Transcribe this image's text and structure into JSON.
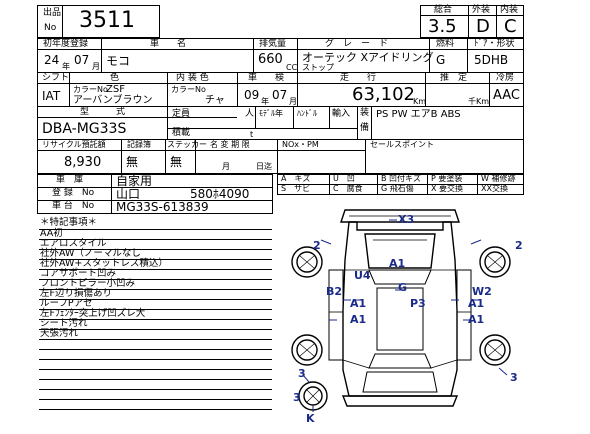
{
  "lot": {
    "label_top": "出品",
    "label_bottom": "No",
    "number": "3511"
  },
  "scores": {
    "labels": [
      "総合",
      "外装",
      "内装"
    ],
    "values": [
      "3.5",
      "D",
      "C"
    ]
  },
  "row1": {
    "reg_label": "初年度登録",
    "name_label": "車　　名",
    "disp_label": "排気量",
    "grade_label": "グ　レ　ー　ド",
    "fuel_label": "燃料",
    "door_label": "ﾄﾞｱ・形状",
    "year": "24",
    "year_unit": "年",
    "month": "07",
    "month_unit": "月",
    "name": "モコ",
    "disp": "660",
    "disp_unit": "CC",
    "grade": "オーテック Xアイドリング",
    "grade_sub": "ストップ",
    "fuel": "G",
    "door": "5DHB"
  },
  "row2": {
    "shift_label": "シフト",
    "color_label": "色",
    "interior_label": "内 装 色",
    "inspection_label": "車　　検",
    "mileage_label": "走　　行",
    "estimate_label": "推　定",
    "ac_label": "冷房",
    "shift": "IAT",
    "color_no_label": "カラーNo",
    "color_no": "ZSF",
    "color": "アーバンブラウン",
    "interior_no_label": "カラーNo",
    "interior": "チャ",
    "insp_year": "09",
    "insp_month": "07",
    "insp_year_unit": "年",
    "insp_month_unit": "月",
    "mileage": "63,102",
    "mileage_unit": "Km",
    "estimate_unit": "千Km",
    "ac": "AAC"
  },
  "row3": {
    "model_label": "型　　　式",
    "capacity_label": "定員",
    "capacity_unit": "人",
    "model_year_label": "ﾓﾃﾞﾙ年",
    "handle_label": "ﾊﾝﾄﾞﾙ",
    "import_label": "輸入",
    "load_label": "積載",
    "load_unit": "t",
    "equip_label_1": "装",
    "equip_label_2": "備",
    "model": "DBA-MG33S",
    "equipment": "PS PW エアB ABS"
  },
  "row4": {
    "recycle_label": "リサイクル預託額",
    "record_label": "記録簿",
    "sticker_label": "ステッカー",
    "name_change_label": "名 変 期 限",
    "nox_label": "NOx・PM",
    "sales_label": "セールスポイント",
    "recycle": "8,930",
    "record": "無",
    "sticker": "無",
    "nc_month_unit": "月",
    "nc_day_unit": "日迄"
  },
  "legend": {
    "items": [
      [
        "A",
        "キズ"
      ],
      [
        "U",
        "凹"
      ],
      [
        "B",
        "凹付キズ"
      ],
      [
        "P",
        "要塗装"
      ],
      [
        "W",
        "補修跡"
      ],
      [
        "S",
        "サビ"
      ],
      [
        "C",
        "腐食"
      ],
      [
        "G",
        "飛石傷"
      ],
      [
        "X",
        "要交換"
      ],
      [
        "XX",
        "交換"
      ]
    ]
  },
  "usage": {
    "usage_label": "車　庫",
    "usage": "自家用",
    "reg_label": "登 録　No",
    "reg_pref": "山口",
    "reg_no": "580ﾎ4090",
    "chassis_label": "車 台　No",
    "chassis": "MG33S-613839"
  },
  "notes": {
    "title": "＊特記事項＊",
    "lines": [
      "AA初",
      "エアロスタイル",
      "社外AW（ノーマルなし",
      "社外AW+スタットレス積込）",
      "コアサポート凹み",
      "フロントピラー小凹み",
      "左F辺り損傷あり",
      "ルーフPアセ",
      "左Fﾌｪﾝﾀｰ突上げ凹ズレ大",
      "シート汚れ",
      "天張汚れ"
    ]
  },
  "marks": {
    "x3": "X3",
    "fl": "2",
    "fr": "2",
    "a1_hood": "A1",
    "u4": "U4",
    "b2": "B2",
    "g": "G",
    "w2": "W2",
    "a1_l": "A1",
    "a1_r": "A1",
    "p3": "P3",
    "a1_ll": "A1",
    "a1_rr": "A1",
    "rl": "3",
    "rr": "3",
    "bl": "3",
    "k": "K"
  }
}
